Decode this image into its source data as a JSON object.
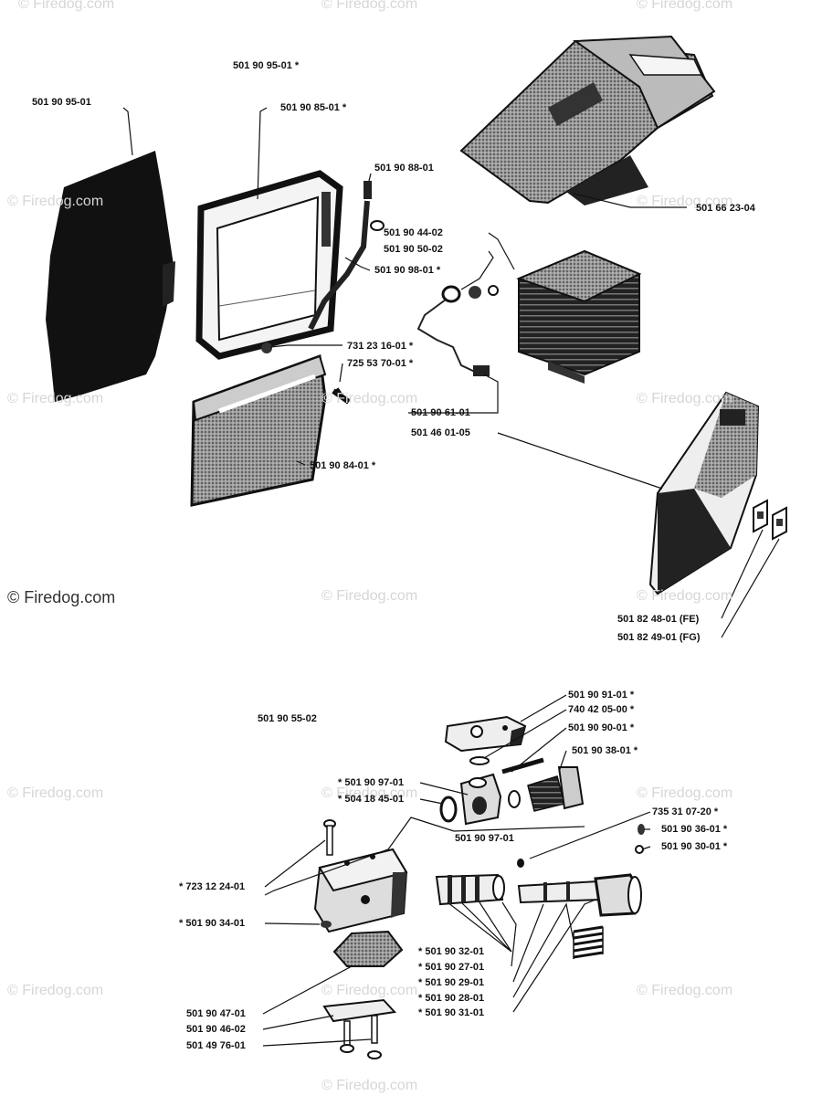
{
  "watermark": "© Firedog.com",
  "watermarks": [
    {
      "text": "© Firedog.com"
    },
    {
      "text": "© Firedog.com"
    },
    {
      "text": "© Firedog.com"
    },
    {
      "text": "© Firedog.com"
    },
    {
      "text": "© Firedog.com"
    },
    {
      "text": "© Firedog.com"
    },
    {
      "text": "© Firedog.com"
    },
    {
      "text": "© Firedog.com"
    },
    {
      "text": "© Firedog.com"
    },
    {
      "text": "© Firedog.com"
    },
    {
      "text": "© Firedog.com"
    },
    {
      "text": "© Firedog.com"
    },
    {
      "text": "© Firedog.com"
    },
    {
      "text": "© Firedog.com"
    },
    {
      "text": "© Firedog.com"
    },
    {
      "text": "© Firedog.com"
    },
    {
      "text": "© Firedog.com"
    }
  ],
  "upper_group": {
    "labels": [
      {
        "text": "501 90 95-01 *"
      },
      {
        "text": "501 90 95-01"
      },
      {
        "text": "501 90 85-01 *"
      },
      {
        "text": "501 90 88-01"
      },
      {
        "text": "501 66 23-04"
      },
      {
        "text": "501 90 44-02"
      },
      {
        "text": "501 90 50-02"
      },
      {
        "text": "501 90 98-01 *"
      },
      {
        "text": "731 23 16-01 *"
      },
      {
        "text": "725 53 70-01 *"
      },
      {
        "text": "501 90 61-01"
      },
      {
        "text": "501 46 01-05"
      },
      {
        "text": "501 90 84-01 *"
      },
      {
        "text": "501 82 48-01 (FE)"
      },
      {
        "text": "501 82 49-01 (FG)"
      }
    ]
  },
  "lower_group": {
    "labels": [
      {
        "text": "501 90 55-02"
      },
      {
        "text": "501 90 91-01 *"
      },
      {
        "text": "740 42 05-00 *"
      },
      {
        "text": "501 90 90-01 *"
      },
      {
        "text": "501 90 38-01 *"
      },
      {
        "text": "* 501 90 97-01"
      },
      {
        "text": "* 504 18 45-01"
      },
      {
        "text": "501 90 97-01"
      },
      {
        "text": "735 31 07-20 *"
      },
      {
        "text": "501 90 36-01 *"
      },
      {
        "text": "501 90 30-01 *"
      },
      {
        "text": "* 723 12 24-01"
      },
      {
        "text": "* 501 90 34-01"
      },
      {
        "text": "* 501 90 32-01"
      },
      {
        "text": "* 501 90 27-01"
      },
      {
        "text": "* 501 90 29-01"
      },
      {
        "text": "* 501 90 28-01"
      },
      {
        "text": "* 501 90 31-01"
      },
      {
        "text": "501 90 47-01"
      },
      {
        "text": "501 90 46-02"
      },
      {
        "text": "501 49 76-01"
      }
    ]
  }
}
